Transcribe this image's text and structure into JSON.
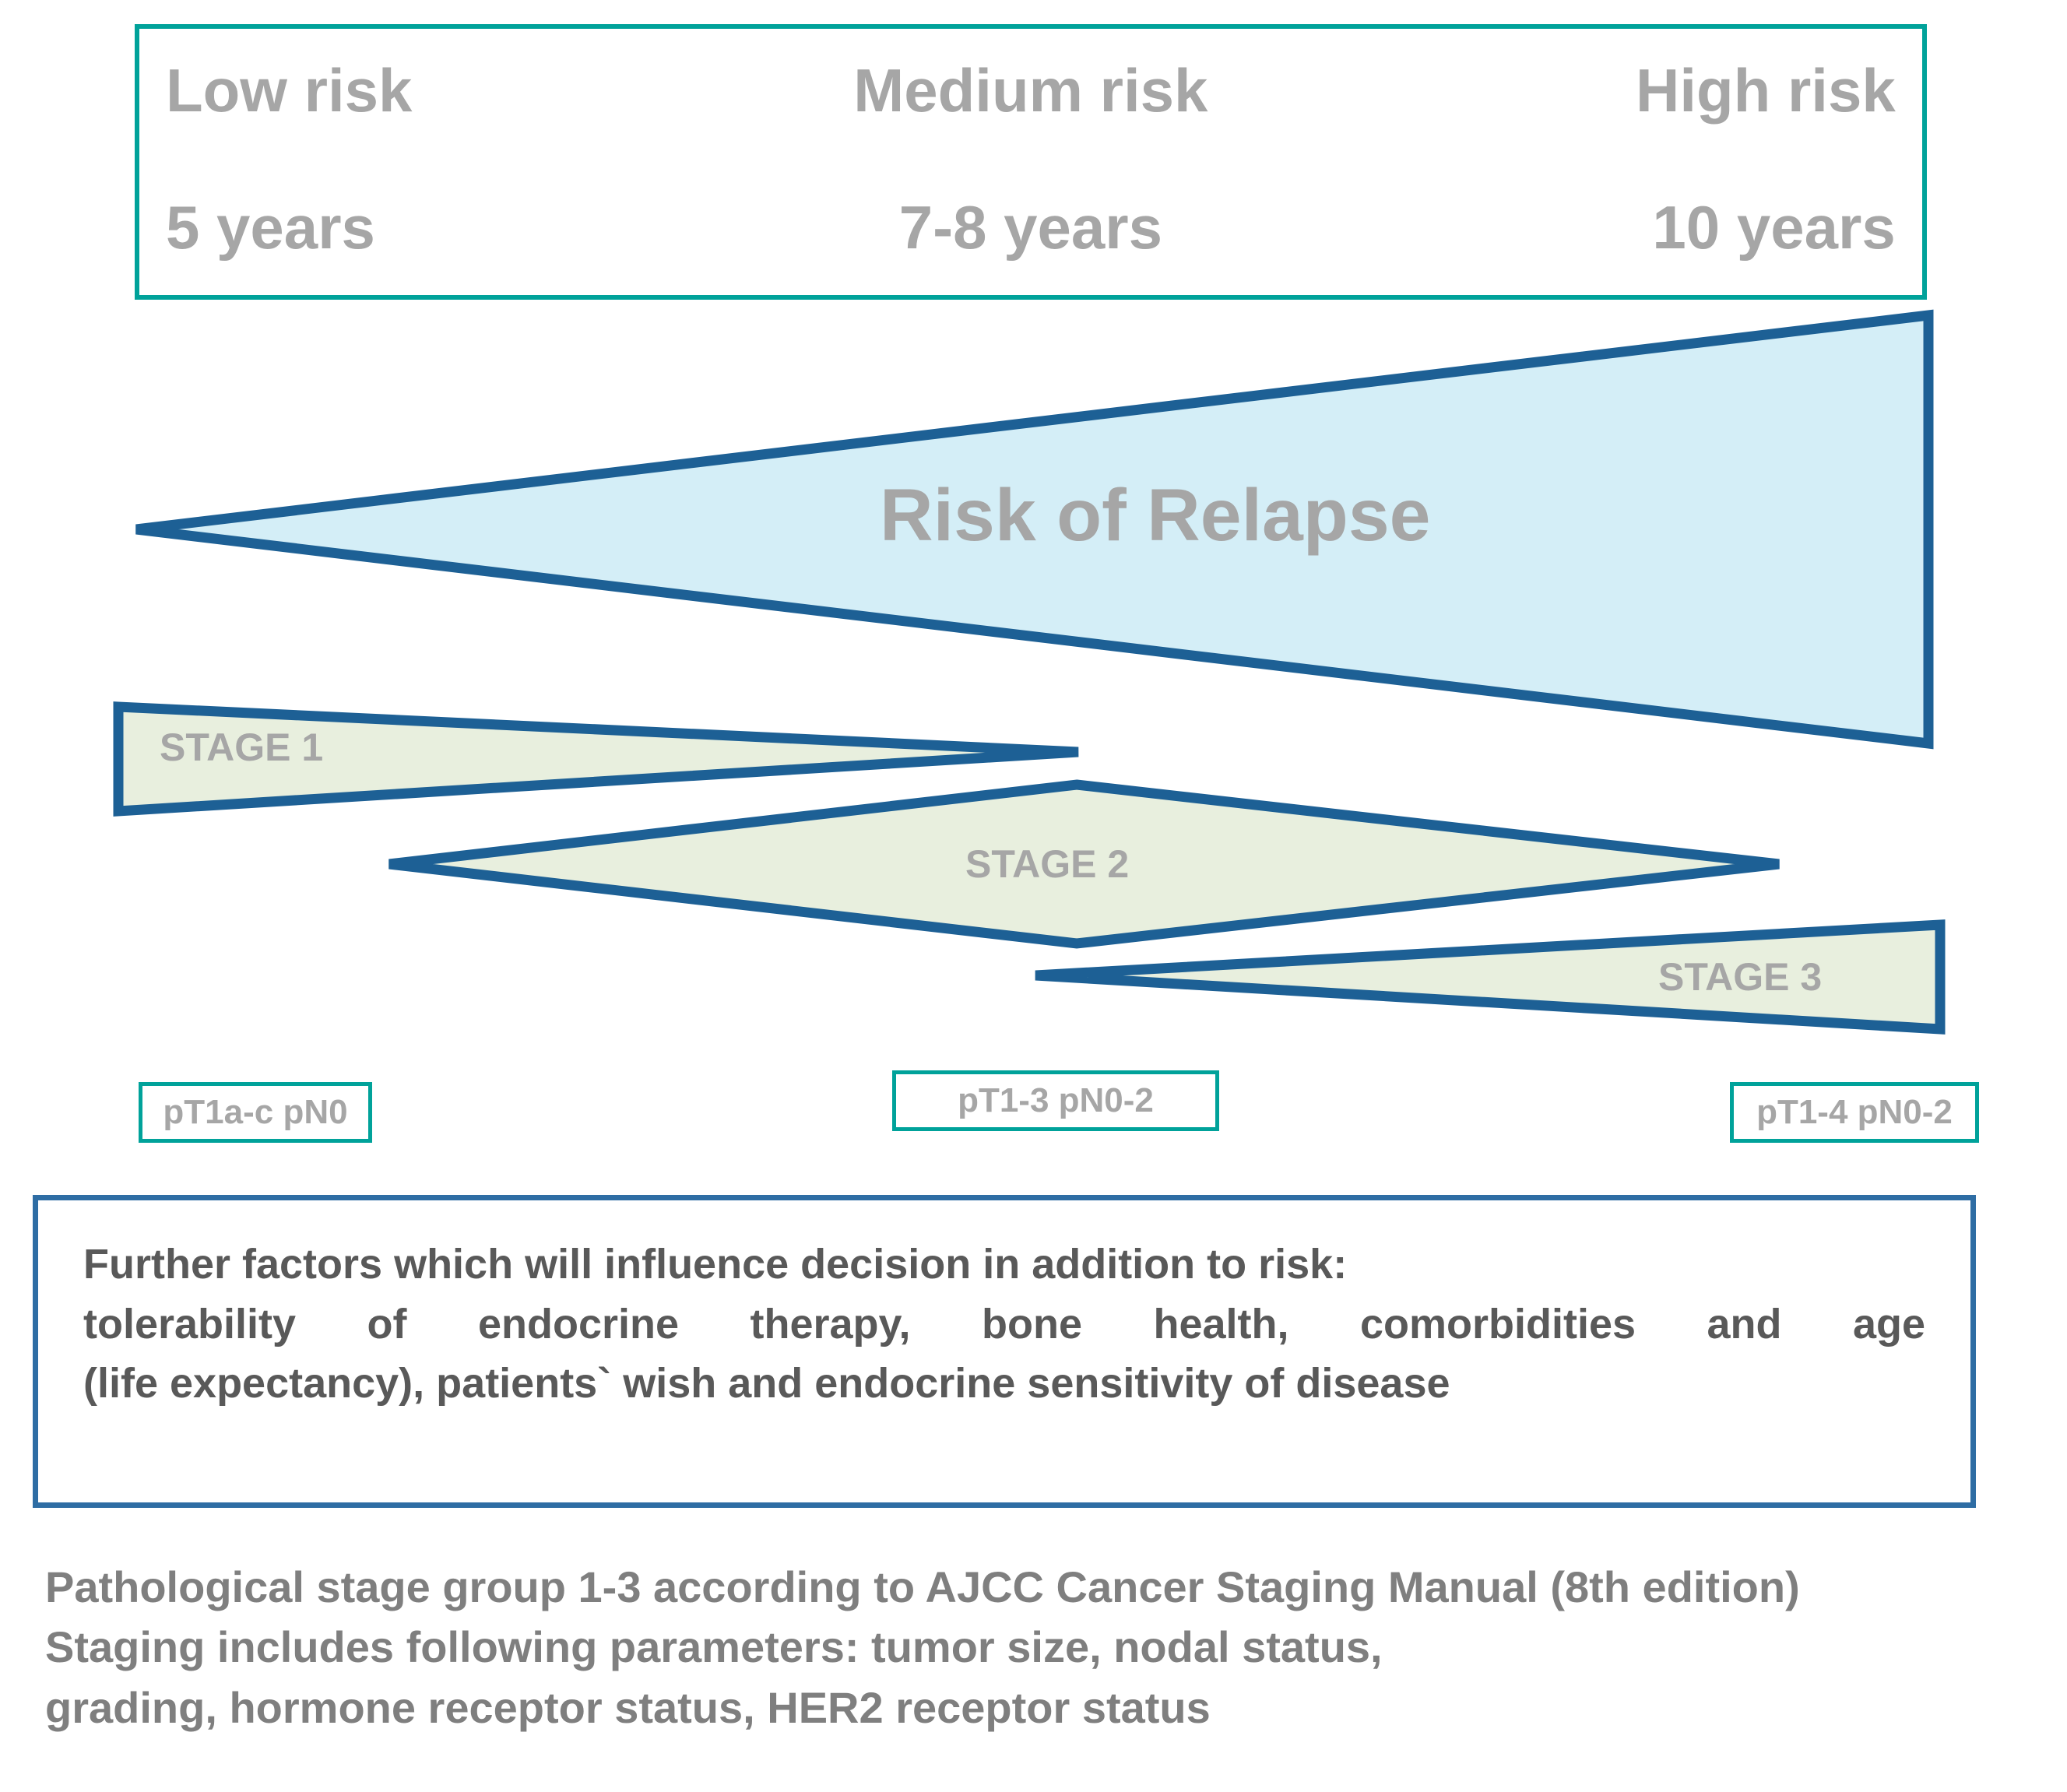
{
  "header": {
    "risk_levels": [
      {
        "label": "Low risk",
        "years": "5 years"
      },
      {
        "label": "Medium risk",
        "years": "7-8 years"
      },
      {
        "label": "High risk",
        "years": "10 years"
      }
    ]
  },
  "shapes": {
    "relapse_label": "Risk of Relapse",
    "stage1_label": "STAGE 1",
    "stage2_label": "STAGE 2",
    "stage3_label": "STAGE 3"
  },
  "stage_chips": [
    {
      "text": "pT1a-c pN0"
    },
    {
      "text": "pT1-3 pN0-2"
    },
    {
      "text": "pT1-4 pN0-2"
    }
  ],
  "factors_box": {
    "line1": "Further factors which will influence decision in addition to risk:",
    "line2": "tolerability of endocrine therapy, bone health, comorbidities and age",
    "line3": "(life expectancy), patients` wish and endocrine sensitivity of disease"
  },
  "footnote": {
    "line1": "Pathological stage group 1-3 according to AJCC Cancer Staging Manual (8th edition)",
    "line2": "Staging includes following parameters: tumor size, nodal status,",
    "line3": "grading, hormone receptor status, HER2 receptor status"
  },
  "colors": {
    "teal_border": "#00a29a",
    "shape_stroke": "#1d6095",
    "relapse_fill": "#d4eef7",
    "stage_fill": "#e8efde",
    "label_gray": "#a6a6a6",
    "body_gray": "#595959",
    "footnote_gray": "#7f7f7f",
    "factors_border": "#2e6da4"
  },
  "chart_data": {
    "type": "diagram",
    "title": "Risk of Relapse by pathological stage over time",
    "axis_categories": [
      "Low risk",
      "Medium risk",
      "High risk"
    ],
    "axis_timepoints": [
      "5 years",
      "7-8 years",
      "10 years"
    ],
    "series": [
      {
        "name": "Risk of Relapse",
        "shape": "triangle-increasing",
        "from": "low",
        "to": "high"
      },
      {
        "name": "STAGE 1",
        "shape": "triangle-decreasing",
        "span": "low-to-medium",
        "staging": "pT1a-c pN0"
      },
      {
        "name": "STAGE 2",
        "shape": "diamond",
        "span": "low-to-high",
        "staging": "pT1-3 pN0-2"
      },
      {
        "name": "STAGE 3",
        "shape": "triangle-increasing",
        "span": "medium-to-high",
        "staging": "pT1-4 pN0-2"
      }
    ]
  }
}
